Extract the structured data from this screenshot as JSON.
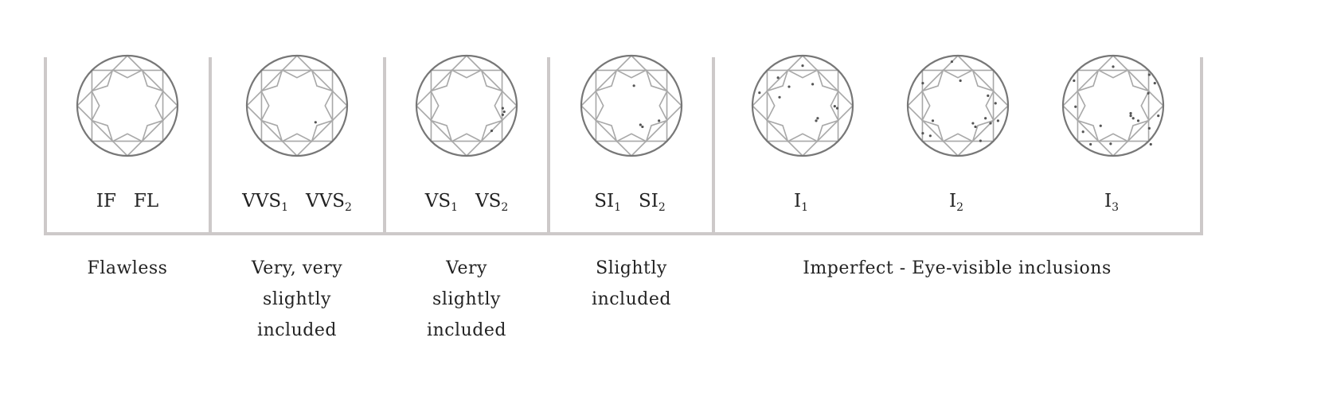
{
  "title": "Diamond clarity scale",
  "grades": [
    {
      "label": "IF FL",
      "parts": [
        {
          "base": "IF",
          "sub": ""
        },
        {
          "base": "FL",
          "sub": ""
        }
      ]
    },
    {
      "parts": [
        {
          "base": "VVS",
          "sub": "1"
        },
        {
          "base": "VVS",
          "sub": "2"
        }
      ]
    },
    {
      "parts": [
        {
          "base": "VS",
          "sub": "1"
        },
        {
          "base": "VS",
          "sub": "2"
        }
      ]
    },
    {
      "parts": [
        {
          "base": "SI",
          "sub": "1"
        },
        {
          "base": "SI",
          "sub": "2"
        }
      ]
    },
    {
      "parts": [
        {
          "base": "I",
          "sub": "1"
        }
      ]
    },
    {
      "parts": [
        {
          "base": "I",
          "sub": "2"
        }
      ]
    },
    {
      "parts": [
        {
          "base": "I",
          "sub": "3"
        }
      ]
    }
  ],
  "descriptions": [
    "Flawless",
    "Very, very slightly included",
    "Very slightly included",
    "Slightly included",
    "Imperfect - Eye-visible inclusions"
  ],
  "colors": {
    "divider": "#cdc9c9",
    "outline": "#777777",
    "facet": "#a8a8a8",
    "text": "#222222"
  }
}
